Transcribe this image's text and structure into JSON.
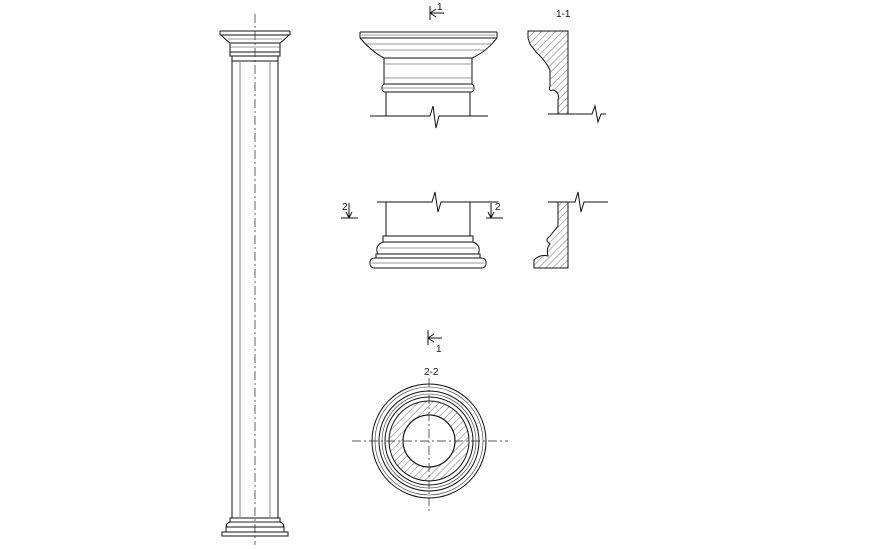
{
  "labels": {
    "section_1_1": "1-1",
    "section_2_2": "2-2",
    "cut_1_top": "1",
    "cut_1_bottom": "1",
    "cut_2_left": "2",
    "cut_2_right": "2"
  }
}
